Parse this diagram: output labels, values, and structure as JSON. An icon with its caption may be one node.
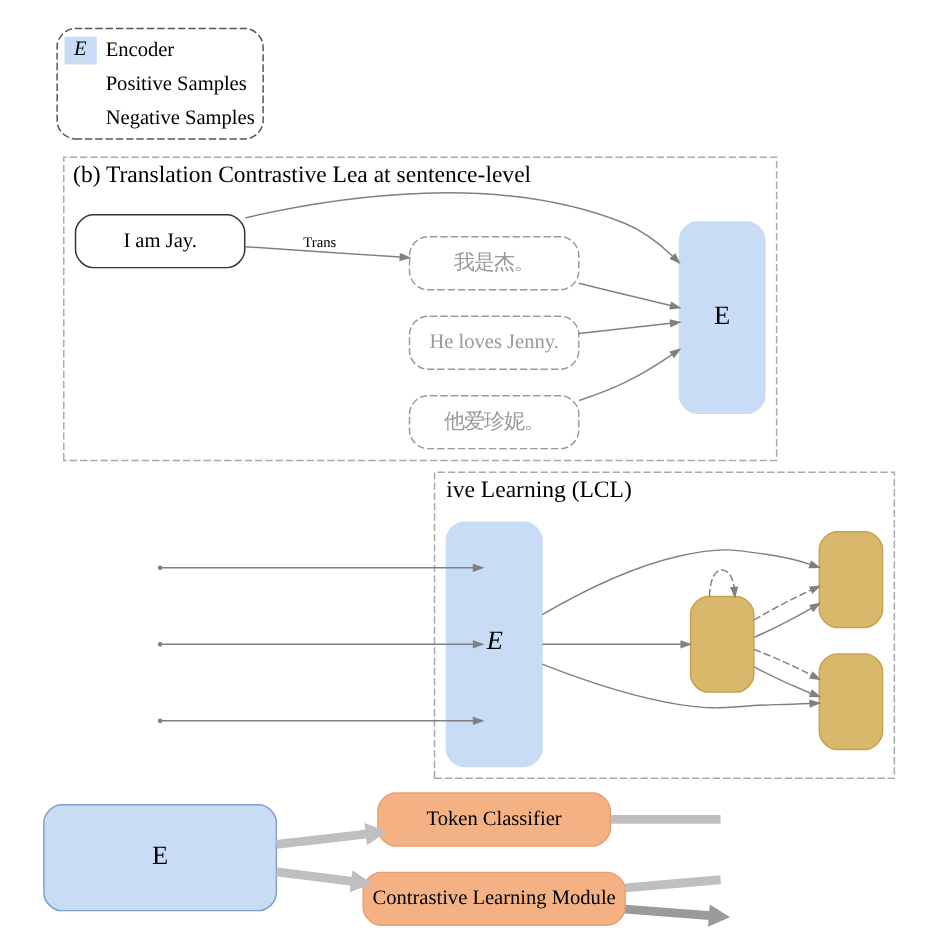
{
  "diagram": {
    "nodes": [
      {
        "text": [
          "E"
        ]
      },
      {
        "text": [
          "Token Classifier"
        ]
      },
      {
        "text": [
          "Contrastive Learning Module"
        ]
      },
      {
        "text": [
          "ive Learning (LCL)"
        ]
      },
      {
        "text": [
          "E"
        ],
        "in": 3
      },
      {
        "text": [],
        "shape": "box",
        "in": 3
      },
      {
        "text": [],
        "shape": "box",
        "in": 3
      },
      {
        "text": [],
        "shape": "box",
        "in": 3
      },
      {
        "text": [
          "(b) Translation Contrastive Lea at sentence-level"
        ]
      },
      {
        "text": [
          "I am Jay."
        ],
        "in": 8
      },
      {
        "text": [
          "我是杰。"
        ],
        "in": 8
      },
      {
        "text": [
          "He loves Jenny."
        ],
        "in": 8
      },
      {
        "text": [
          "他爱珍妮。"
        ],
        "in": 8
      },
      {
        "text": [
          "E"
        ],
        "in": 8
      }
    ],
    "edges": [
      {
        "from": 0,
        "to": 1,
        "arrow": "to",
        "style": "thick",
        "color": "#bfbfbf"
      },
      {
        "from": 0,
        "to": 2,
        "arrow": "to",
        "style": "thick",
        "color": "#bfbfbf"
      },
      {
        "from": 1,
        "to": null,
        "arrow": "none",
        "style": "thick",
        "color": "#bfbfbf"
      },
      {
        "from": 2,
        "to": null,
        "arrow": "none",
        "style": "thick",
        "color": "#bfbfbf"
      },
      {
        "from": 2,
        "to": null,
        "arrow": "to",
        "style": "thick",
        "color": "#9a9a9a"
      },
      {
        "from": null,
        "to": 4,
        "arrow": "to"
      },
      {
        "from": null,
        "to": 4,
        "arrow": "to"
      },
      {
        "from": null,
        "to": 4,
        "arrow": "to"
      },
      {
        "from": 4,
        "to": 5,
        "arrow": "to"
      },
      {
        "from": 4,
        "to": 6,
        "arrow": "to"
      },
      {
        "from": 4,
        "to": 7,
        "arrow": "to"
      },
      {
        "from": 5,
        "to": 5,
        "arrow": "to",
        "style": "dashed"
      },
      {
        "from": 5,
        "to": 6,
        "arrow": "to"
      },
      {
        "from": 5,
        "to": 6,
        "arrow": "to",
        "style": "dashed"
      },
      {
        "from": 5,
        "to": 7,
        "arrow": "to"
      },
      {
        "from": 5,
        "to": 7,
        "arrow": "to",
        "style": "dashed"
      },
      {
        "from": 9,
        "to": 10,
        "arrow": "to",
        "label": "Trans"
      },
      {
        "from": 9,
        "to": 13,
        "arrow": "to"
      },
      {
        "from": 10,
        "to": 13,
        "arrow": "to"
      },
      {
        "from": 11,
        "to": 13,
        "arrow": "to"
      },
      {
        "from": 12,
        "to": 13,
        "arrow": "to"
      }
    ],
    "labels": [
      "E"
    ],
    "legend": [
      {
        "text": "Encoder",
        "color": "#c9dcf5"
      },
      {
        "text": "Positive Samples"
      },
      {
        "text": "Negative Samples"
      }
    ]
  }
}
